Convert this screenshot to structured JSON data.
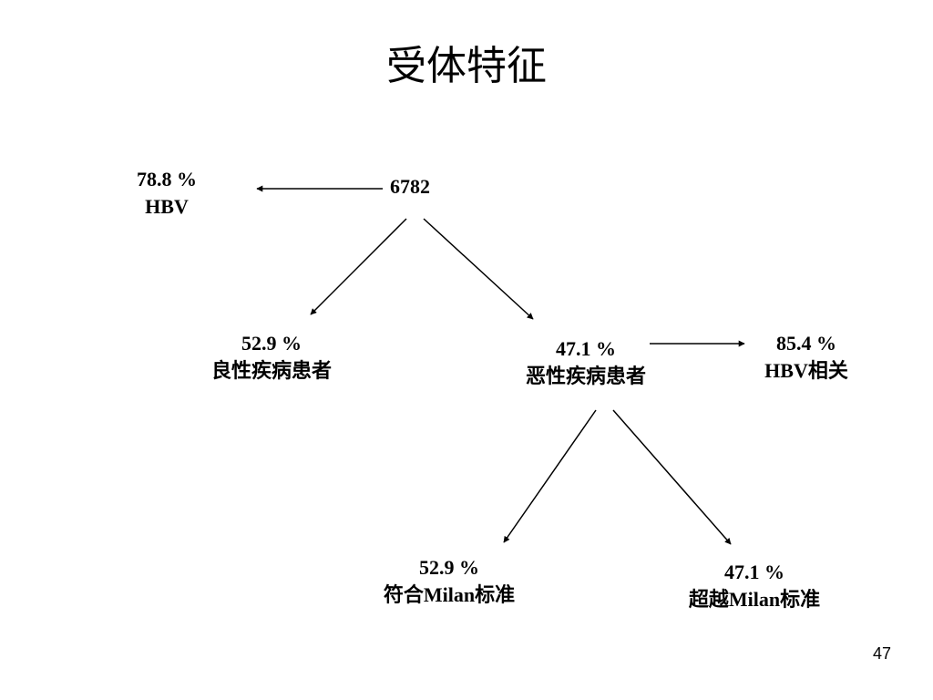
{
  "slide": {
    "title": "受体特征",
    "page_number": "47"
  },
  "nodes": {
    "root": {
      "value": "6782"
    },
    "hbv": {
      "percent": "78.8 %",
      "label": "HBV"
    },
    "benign": {
      "percent": "52.9 %",
      "label": "良性疾病患者"
    },
    "malignant": {
      "percent": "47.1 %",
      "label": "恶性疾病患者"
    },
    "malignant_hbv": {
      "percent": "85.4 %",
      "label": "HBV相关"
    },
    "within_milan": {
      "percent": "52.9 %",
      "label": "符合Milan标准"
    },
    "beyond_milan": {
      "percent": "47.1 %",
      "label": "超越Milan标准"
    }
  }
}
